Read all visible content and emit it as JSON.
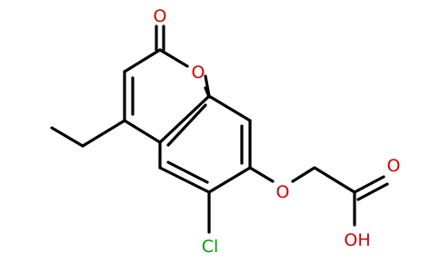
{
  "structure": {
    "atoms": [
      {
        "id": "carbonyl_oxygen",
        "symbol": "O",
        "color": "#d40000"
      },
      {
        "id": "ring_oxygen",
        "symbol": "O",
        "color": "#d40000"
      },
      {
        "id": "ether_oxygen",
        "symbol": "O",
        "color": "#d40000"
      },
      {
        "id": "acid_carbonyl_oxygen",
        "symbol": "O",
        "color": "#d40000"
      },
      {
        "id": "hydroxyl",
        "symbol": "OH",
        "color": "#d40000"
      },
      {
        "id": "chlorine",
        "symbol": "Cl",
        "color": "#00a000"
      }
    ],
    "bond_color": "#000000"
  }
}
